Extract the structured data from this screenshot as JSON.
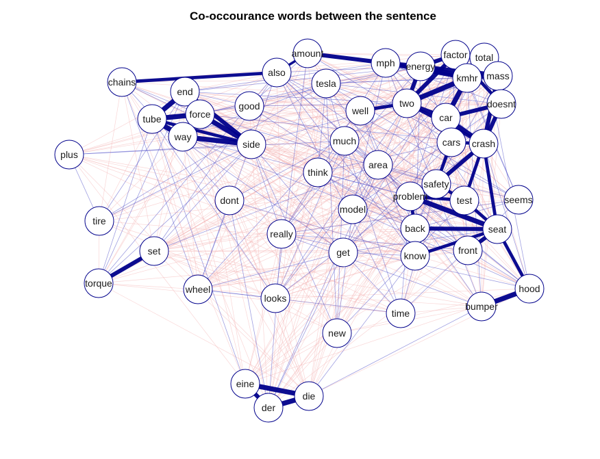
{
  "title": "Co-occourance words between the sentence",
  "colors": {
    "strong_edge": "#00008b",
    "medium_edge": "#5050c8",
    "weak_edge": "#f4b4b4",
    "node_stroke": "#00008b",
    "node_fill": "#ffffff"
  },
  "nodes": [
    "amount",
    "mph",
    "energy",
    "factor",
    "total",
    "also",
    "kmhr",
    "mass",
    "chains",
    "tesla",
    "end",
    "two",
    "doesnt",
    "good",
    "force",
    "well",
    "car",
    "tube",
    "crash",
    "way",
    "much",
    "side",
    "cars",
    "plus",
    "area",
    "think",
    "safety",
    "problem",
    "test",
    "seems",
    "dont",
    "model",
    "tire",
    "seat",
    "back",
    "really",
    "set",
    "get",
    "know",
    "front",
    "torque",
    "wheel",
    "looks",
    "hood",
    "bumper",
    "time",
    "new",
    "eine",
    "die",
    "der"
  ],
  "edges": [
    {
      "source": "amount",
      "target": "mph",
      "weight": 4
    },
    {
      "source": "also",
      "target": "chains",
      "weight": 3
    },
    {
      "source": "also",
      "target": "amount",
      "weight": 2
    },
    {
      "source": "tube",
      "target": "end",
      "weight": 5
    },
    {
      "source": "tube",
      "target": "force",
      "weight": 5
    },
    {
      "source": "tube",
      "target": "way",
      "weight": 5
    },
    {
      "source": "end",
      "target": "force",
      "weight": 4
    },
    {
      "source": "end",
      "target": "side",
      "weight": 4
    },
    {
      "source": "force",
      "target": "side",
      "weight": 5
    },
    {
      "source": "way",
      "target": "side",
      "weight": 5
    },
    {
      "source": "way",
      "target": "force",
      "weight": 4
    },
    {
      "source": "tube",
      "target": "side",
      "weight": 3
    },
    {
      "source": "set",
      "target": "torque",
      "weight": 4
    },
    {
      "source": "eine",
      "target": "die",
      "weight": 5
    },
    {
      "source": "eine",
      "target": "der",
      "weight": 4
    },
    {
      "source": "der",
      "target": "die",
      "weight": 5
    },
    {
      "source": "hood",
      "target": "bumper",
      "weight": 5
    },
    {
      "source": "mph",
      "target": "energy",
      "weight": 4
    },
    {
      "source": "energy",
      "target": "factor",
      "weight": 4
    },
    {
      "source": "factor",
      "target": "kmhr",
      "weight": 5
    },
    {
      "source": "energy",
      "target": "kmhr",
      "weight": 5
    },
    {
      "source": "kmhr",
      "target": "mass",
      "weight": 4
    },
    {
      "source": "kmhr",
      "target": "total",
      "weight": 4
    },
    {
      "source": "factor",
      "target": "total",
      "weight": 4
    },
    {
      "source": "mass",
      "target": "doesnt",
      "weight": 4
    },
    {
      "source": "two",
      "target": "kmhr",
      "weight": 5
    },
    {
      "source": "two",
      "target": "factor",
      "weight": 4
    },
    {
      "source": "two",
      "target": "energy",
      "weight": 4
    },
    {
      "source": "car",
      "target": "kmhr",
      "weight": 5
    },
    {
      "source": "car",
      "target": "doesnt",
      "weight": 4
    },
    {
      "source": "car",
      "target": "crash",
      "weight": 4
    },
    {
      "source": "crash",
      "target": "doesnt",
      "weight": 4
    },
    {
      "source": "crash",
      "target": "mass",
      "weight": 4
    },
    {
      "source": "crash",
      "target": "safety",
      "weight": 4
    },
    {
      "source": "crash",
      "target": "test",
      "weight": 3
    },
    {
      "source": "crash",
      "target": "seat",
      "weight": 3
    },
    {
      "source": "cars",
      "target": "crash",
      "weight": 3
    },
    {
      "source": "two",
      "target": "car",
      "weight": 4
    },
    {
      "source": "well",
      "target": "two",
      "weight": 3
    },
    {
      "source": "safety",
      "target": "problem",
      "weight": 3
    },
    {
      "source": "problem",
      "target": "seat",
      "weight": 5
    },
    {
      "source": "problem",
      "target": "back",
      "weight": 3
    },
    {
      "source": "test",
      "target": "seat",
      "weight": 3
    },
    {
      "source": "back",
      "target": "seat",
      "weight": 4
    },
    {
      "source": "seat",
      "target": "front",
      "weight": 4
    },
    {
      "source": "seat",
      "target": "know",
      "weight": 3
    },
    {
      "source": "seat",
      "target": "hood",
      "weight": 3
    },
    {
      "source": "problem",
      "target": "test",
      "weight": 3
    },
    {
      "source": "safety",
      "target": "cars",
      "weight": 3
    },
    {
      "source": "safety",
      "target": "test",
      "weight": 3
    },
    {
      "source": "two",
      "target": "crash",
      "weight": 3
    },
    {
      "source": "energy",
      "target": "mass",
      "weight": 4
    },
    {
      "source": "factor",
      "target": "doesnt",
      "weight": 3
    },
    {
      "source": "mph",
      "target": "kmhr",
      "weight": 4
    }
  ]
}
